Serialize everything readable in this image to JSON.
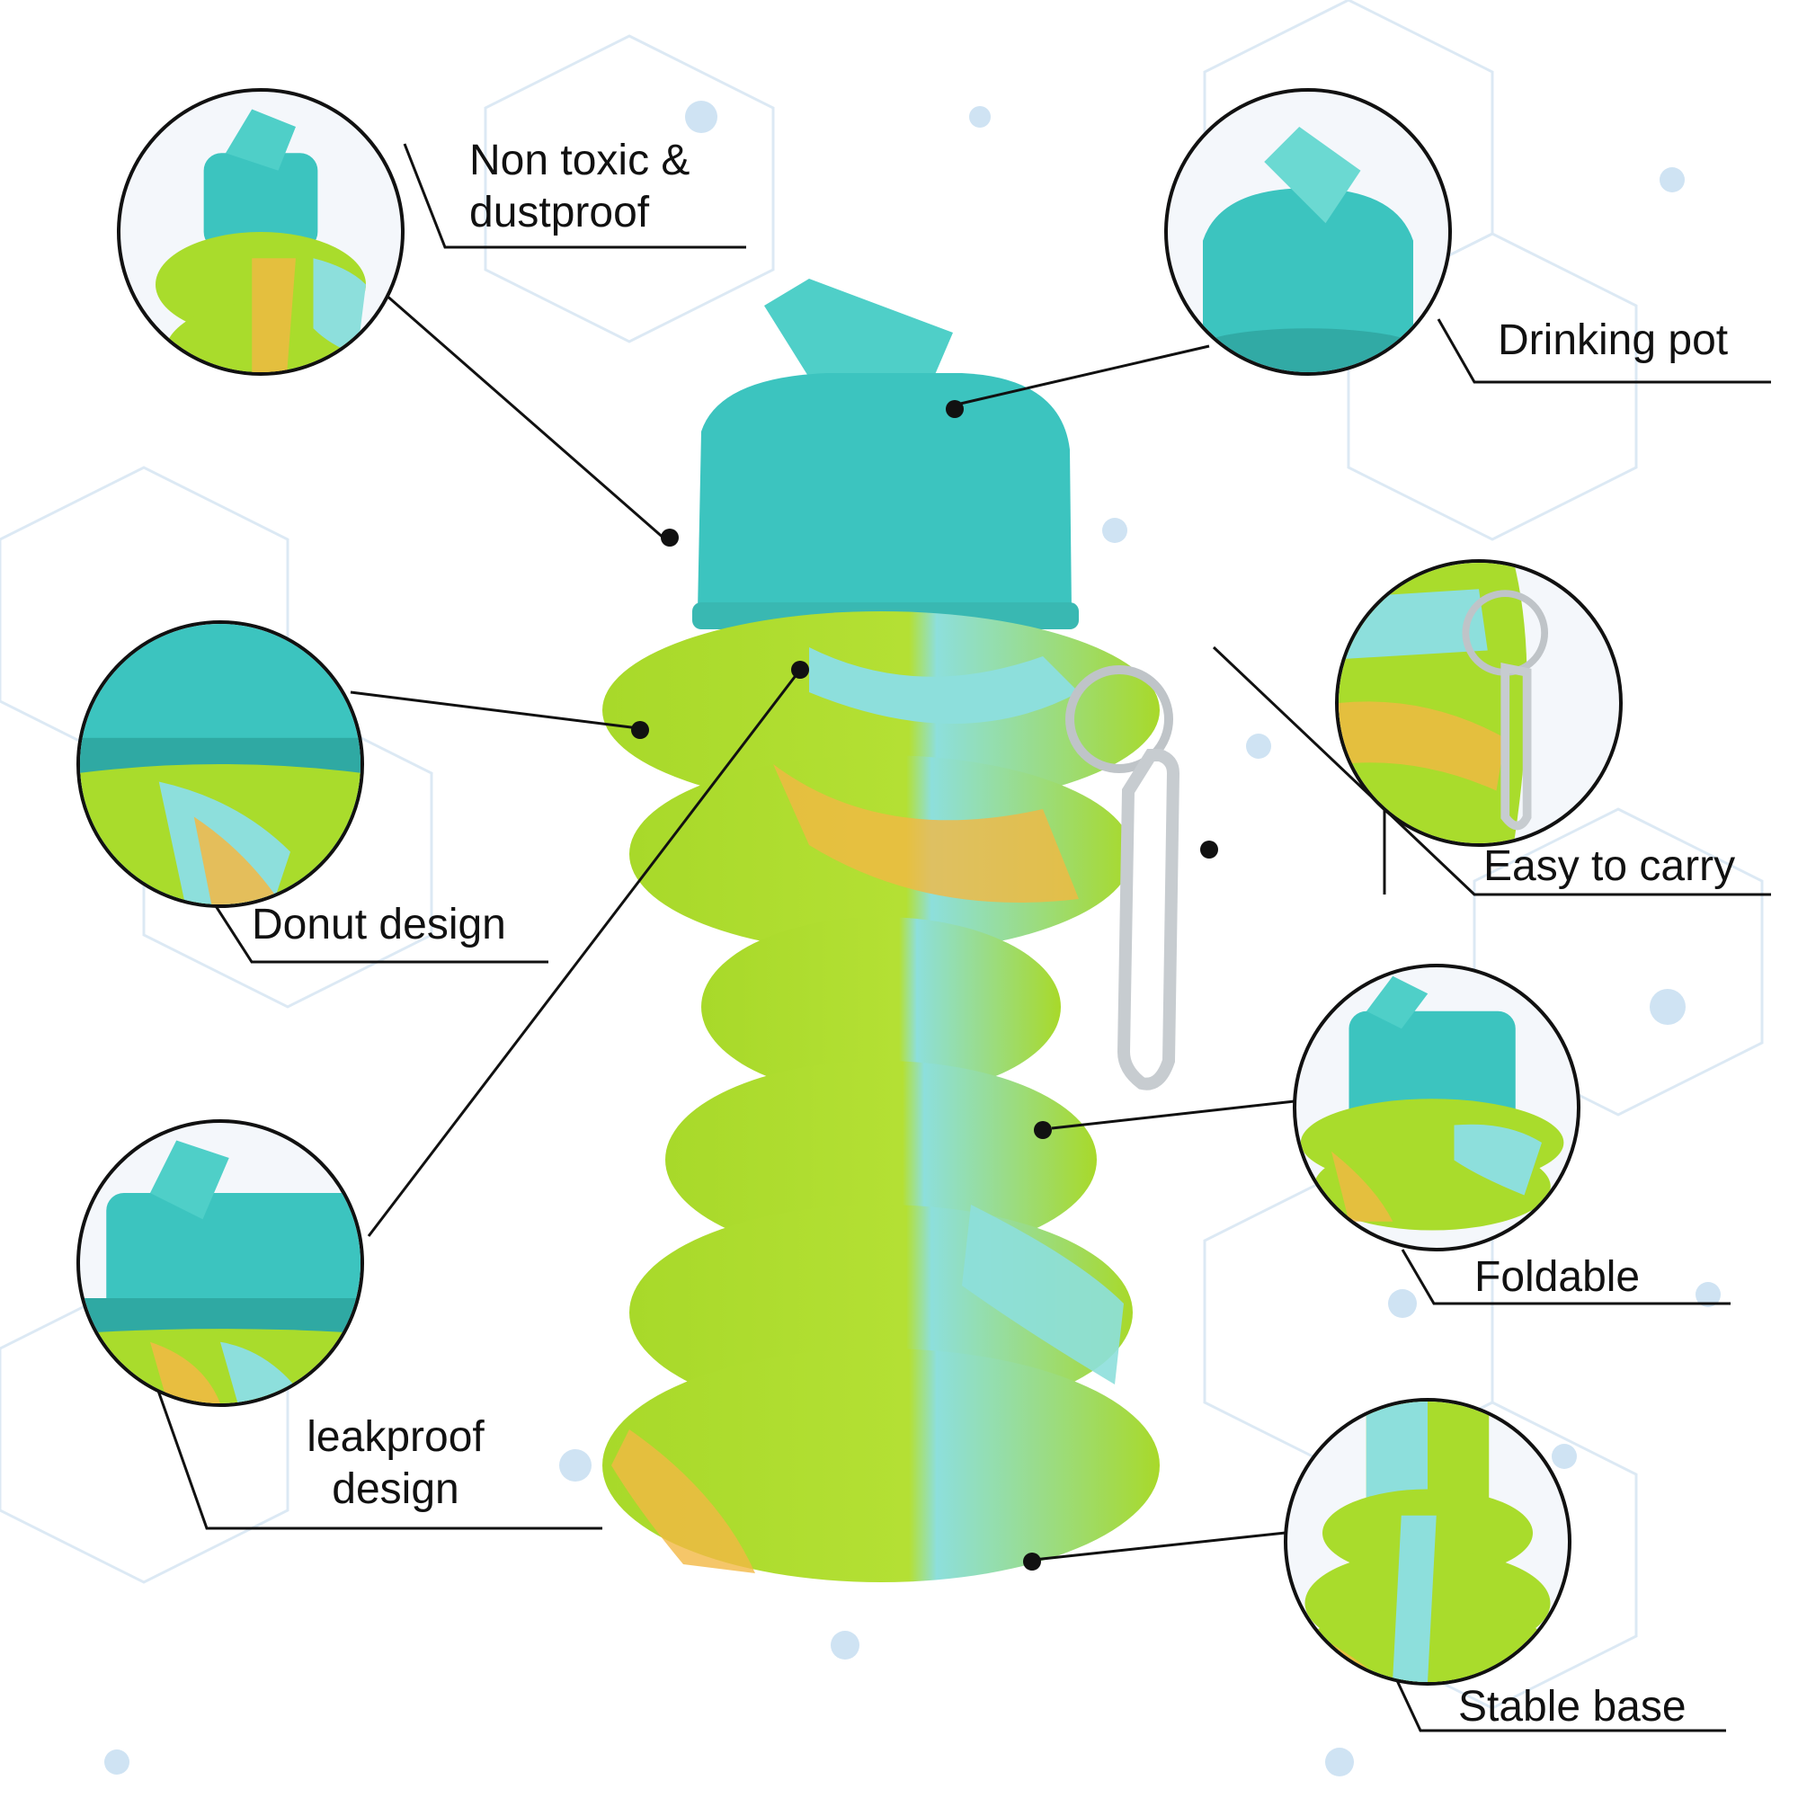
{
  "features": [
    {
      "id": "non-toxic",
      "line1": "Non toxic &",
      "line2": "dustproof"
    },
    {
      "id": "drinking-pot",
      "line1": "Drinking pot"
    },
    {
      "id": "donut",
      "line1": "Donut design"
    },
    {
      "id": "easy-carry",
      "line1": "Easy to carry"
    },
    {
      "id": "foldable",
      "line1": "Foldable"
    },
    {
      "id": "leakproof",
      "line1": "leakproof",
      "line2": "design"
    },
    {
      "id": "stable-base",
      "line1": "Stable base"
    }
  ],
  "colors": {
    "lid": "#3cc4bf",
    "body_green": "#a9dc2c",
    "body_blue": "#8ddfdc",
    "body_orange": "#f3b844",
    "hex_grid": "#d7e6f2"
  }
}
